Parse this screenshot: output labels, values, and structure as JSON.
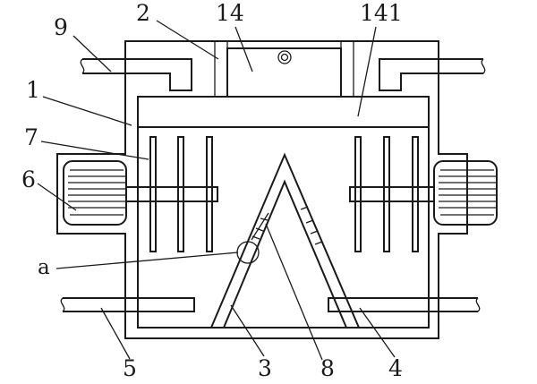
{
  "labels": {
    "l9": "9",
    "l2": "2",
    "l14": "14",
    "l141": "141",
    "l1": "1",
    "l7": "7",
    "l6": "6",
    "la": "a",
    "l5": "5",
    "l3": "3",
    "l8": "8",
    "l4": "4"
  }
}
